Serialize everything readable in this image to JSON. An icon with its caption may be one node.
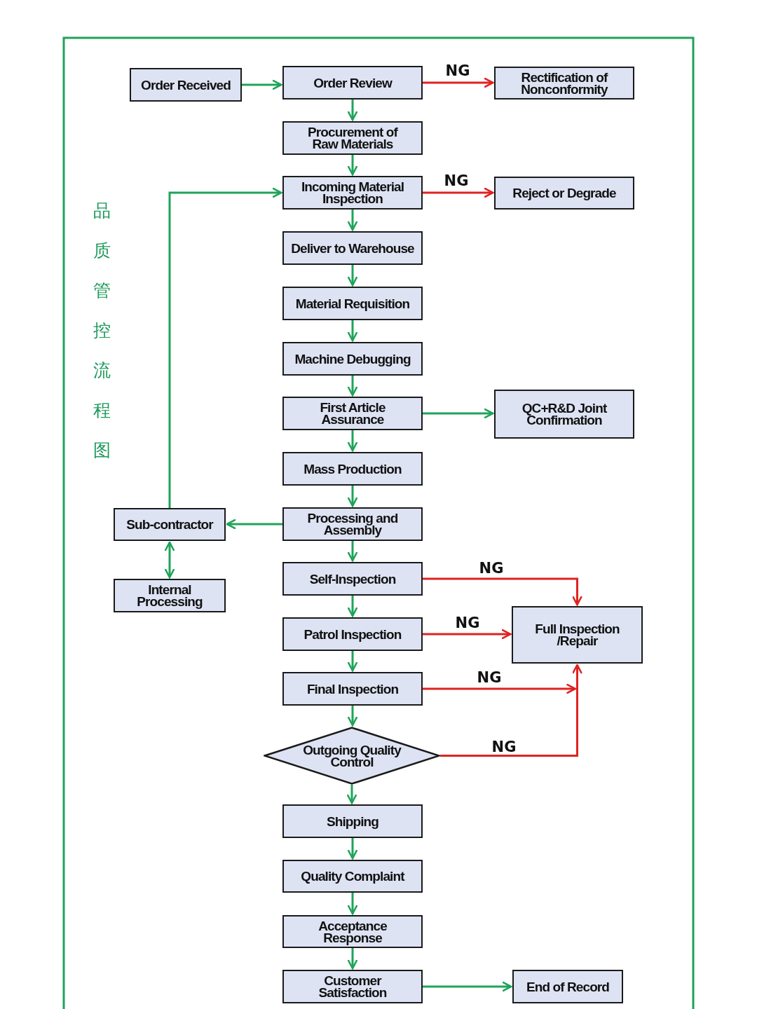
{
  "diagram": {
    "title": "品质管控流程图",
    "nodes": [
      {
        "text": [
          "Order Received"
        ]
      },
      {
        "text": [
          "Order Review"
        ]
      },
      {
        "text": [
          "Rectification of Nonconformity"
        ]
      },
      {
        "text": [
          "Procurement of Raw Materials"
        ]
      },
      {
        "text": [
          "Incoming Material Inspection"
        ]
      },
      {
        "text": [
          "Reject or Degrade"
        ]
      },
      {
        "text": [
          "Deliver to Warehouse"
        ]
      },
      {
        "text": [
          "Material Requisition"
        ]
      },
      {
        "text": [
          "Machine Debugging"
        ]
      },
      {
        "text": [
          "First Article Assurance"
        ]
      },
      {
        "text": [
          "QC+R&D Joint Confirmation"
        ]
      },
      {
        "text": [
          "Mass Production"
        ]
      },
      {
        "text": [
          "Sub-contractor"
        ]
      },
      {
        "text": [
          "Processing and Assembly"
        ]
      },
      {
        "text": [
          "Internal Processing"
        ]
      },
      {
        "text": [
          "Self-Inspection"
        ]
      },
      {
        "text": [
          "Full Inspection /Repair"
        ]
      },
      {
        "text": [
          "Patrol Inspection"
        ]
      },
      {
        "text": [
          "Final Inspection"
        ]
      },
      {
        "text": [
          "Outgoing Quality Control"
        ]
      },
      {
        "text": [
          "Shipping"
        ]
      },
      {
        "text": [
          "Quality Complaint"
        ]
      },
      {
        "text": [
          "Acceptance Response"
        ]
      },
      {
        "text": [
          "Customer Satisfaction"
        ]
      },
      {
        "text": [
          "End of Record"
        ]
      }
    ],
    "edges": [
      {
        "from": 0,
        "to": 1,
        "arrow": "to"
      },
      {
        "from": 1,
        "to": 2,
        "arrow": "to",
        "label": "NG",
        "color": "#e02222"
      },
      {
        "from": 1,
        "to": 3,
        "arrow": "to"
      },
      {
        "from": 3,
        "to": 4,
        "arrow": "to"
      },
      {
        "from": 4,
        "to": 5,
        "arrow": "to",
        "label": "NG",
        "color": "#e02222"
      },
      {
        "from": 4,
        "to": 6,
        "arrow": "to"
      },
      {
        "from": 6,
        "to": 7,
        "arrow": "to"
      },
      {
        "from": 7,
        "to": 8,
        "arrow": "to"
      },
      {
        "from": 8,
        "to": 9,
        "arrow": "to"
      },
      {
        "from": 9,
        "to": 10,
        "arrow": "to"
      },
      {
        "from": 9,
        "to": 11,
        "arrow": "to"
      },
      {
        "from": 11,
        "to": 13,
        "arrow": "to"
      },
      {
        "from": 13,
        "to": 12,
        "arrow": "to"
      },
      {
        "from": 12,
        "to": 4,
        "arrow": "to"
      },
      {
        "from": 12,
        "to": 14,
        "arrow": "both"
      },
      {
        "from": 13,
        "to": 15,
        "arrow": "to"
      },
      {
        "from": 15,
        "to": 16,
        "arrow": "to",
        "label": "NG",
        "color": "#e02222"
      },
      {
        "from": 15,
        "to": 17,
        "arrow": "to"
      },
      {
        "from": 17,
        "to": 16,
        "arrow": "to",
        "label": "NG",
        "color": "#e02222"
      },
      {
        "from": 17,
        "to": 18,
        "arrow": "to"
      },
      {
        "from": 18,
        "to": 16,
        "arrow": "to",
        "label": "NG",
        "color": "#e02222"
      },
      {
        "from": 18,
        "to": 19,
        "arrow": "to"
      },
      {
        "from": 19,
        "to": 16,
        "arrow": "to",
        "label": "NG",
        "color": "#e02222"
      },
      {
        "from": 19,
        "to": 20,
        "arrow": "to"
      },
      {
        "from": 20,
        "to": 21,
        "arrow": "to"
      },
      {
        "from": 21,
        "to": 22,
        "arrow": "to"
      },
      {
        "from": 22,
        "to": 23,
        "arrow": "to"
      },
      {
        "from": 23,
        "to": 24,
        "arrow": "to"
      }
    ]
  }
}
